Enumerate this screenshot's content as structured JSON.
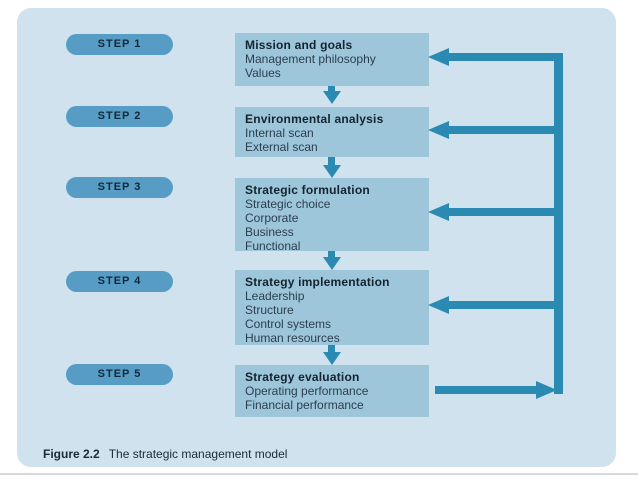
{
  "diagram": {
    "caption": {
      "label": "Figure 2.2",
      "text": "The strategic management model"
    },
    "steps": [
      {
        "label": "STEP 1",
        "title": "Mission and goals",
        "items": [
          "Management philosophy",
          "Values"
        ]
      },
      {
        "label": "STEP 2",
        "title": "Environmental analysis",
        "items": [
          "Internal scan",
          "External scan"
        ]
      },
      {
        "label": "STEP 3",
        "title": "Strategic formulation",
        "items": [
          "Strategic choice",
          "Corporate",
          "Business",
          "Functional"
        ]
      },
      {
        "label": "STEP 4",
        "title": "Strategy implementation",
        "items": [
          "Leadership",
          "Structure",
          "Control systems",
          "Human resources"
        ]
      },
      {
        "label": "STEP 5",
        "title": "Strategy evaluation",
        "items": [
          "Operating performance",
          "Financial performance"
        ]
      }
    ],
    "colors": {
      "panel_background": "#cfe2ee",
      "step_pill": "#579cc4",
      "process_box": "#9dc6db",
      "arrow": "#2b8ab2",
      "title_text": "#14232e",
      "body_text": "#2c3e4d",
      "caption_text": "#1b2a35"
    }
  }
}
